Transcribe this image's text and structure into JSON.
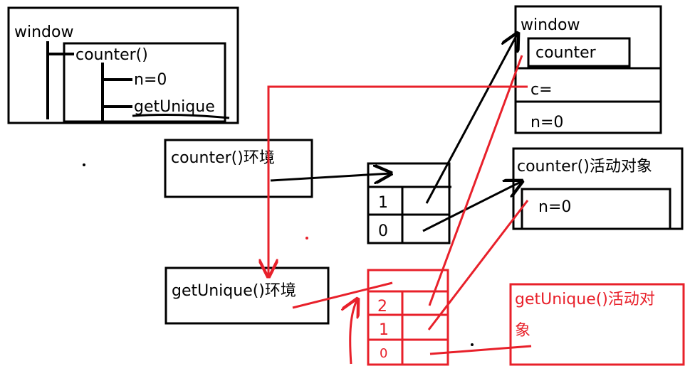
{
  "colors": {
    "ink": "#000000",
    "red": "#e8202a"
  },
  "scope_tree": {
    "window": "window",
    "counter": "counter()",
    "n": "n=0",
    "getUnique": "getUnique"
  },
  "counter_env": {
    "label": "counter()环境"
  },
  "getunique_env": {
    "label": "getUnique()环境"
  },
  "counter_chain": {
    "row1": "1",
    "row0": "0"
  },
  "getunique_chain": {
    "row2": "2",
    "row1": "1",
    "row0": "0"
  },
  "global_vo": {
    "title": "window",
    "counter": "counter",
    "c": "c=",
    "n": "n=0"
  },
  "counter_ao": {
    "title": "counter()活动对象",
    "n": "n=0"
  },
  "getunique_ao": {
    "title_line1": "getUnique()活动对",
    "title_line2": "象"
  }
}
